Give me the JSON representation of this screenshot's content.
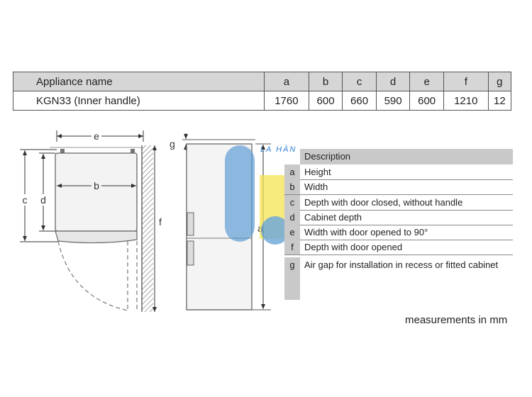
{
  "table": {
    "header": {
      "name": "Appliance name",
      "cols": [
        "a",
        "b",
        "c",
        "d",
        "e",
        "f",
        "g"
      ]
    },
    "row": {
      "name": "KGN33 (Inner handle)",
      "values": [
        "1760",
        "600",
        "660",
        "590",
        "600",
        "1210",
        "12"
      ]
    }
  },
  "diagram_labels": {
    "e": "e",
    "b": "b",
    "c": "c",
    "d": "d",
    "f": "f",
    "g": "g",
    "a": "a"
  },
  "legend": {
    "header": "Description",
    "items": [
      {
        "key": "a",
        "text": "Height"
      },
      {
        "key": "b",
        "text": "Width"
      },
      {
        "key": "c",
        "text": "Depth with door closed, without handle"
      },
      {
        "key": "d",
        "text": "Cabinet depth"
      },
      {
        "key": "e",
        "text": "Width with door opened to 90°"
      },
      {
        "key": "f",
        "text": "Depth with door opened"
      },
      {
        "key": "g",
        "text": "Air gap for installation in recess or fitted cabinet"
      }
    ]
  },
  "watermark": "LA HÀN",
  "footnote": "measurements in mm",
  "colors": {
    "legend_fill": "#c9c9c9",
    "watermark_blue": "#5b9bd5",
    "watermark_yellow": "#f2e24a"
  }
}
